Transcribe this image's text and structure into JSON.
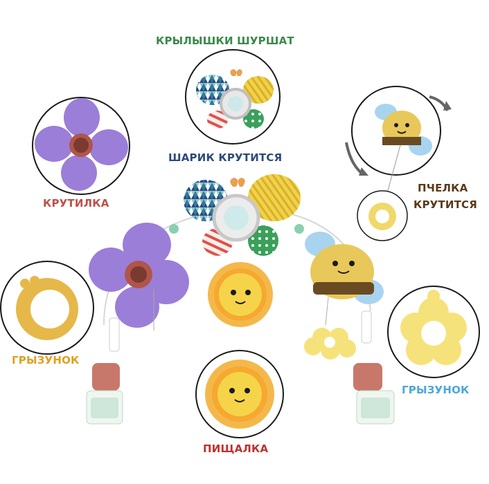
{
  "labels": {
    "wings": "КРЫЛЫШКИ ШУРШАТ",
    "ball": "ШАРИК КРУТИТСЯ",
    "spinner": "КРУТИЛКА",
    "bee_line1": "ПЧЕЛКА",
    "bee_line2": "КРУТИТСЯ",
    "teether_left": "ГРЫЗУНОК",
    "squeaker": "ПИЩАЛКА",
    "teether_right": "ГРЫЗУНОК"
  },
  "colors": {
    "wings": "#3a8a4a",
    "ball": "#2c4a7a",
    "spinner": "#c0504a",
    "bee": "#5a3a18",
    "teether_left": "#e0a020",
    "squeaker": "#c03030",
    "teether_right": "#4aa8d8"
  },
  "icons": [
    "spinner-flower-icon",
    "butterfly-wings-icon",
    "spinning-bee-icon",
    "snail-teether-icon",
    "sunflower-squeaker-icon",
    "flower-teether-icon",
    "rotate-arrows-icon"
  ]
}
